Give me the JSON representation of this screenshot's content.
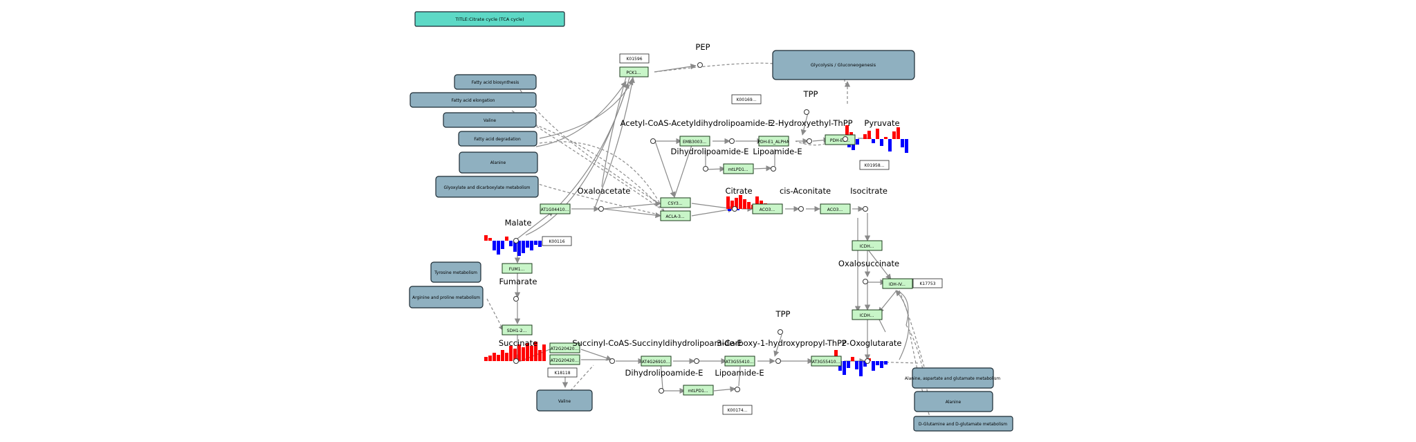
{
  "title": "TITLE:Citrate cycle (TCA cycle)",
  "colors": {
    "title_fill": "#5dd9c6",
    "pathway_fill": "#8fb0c0",
    "gene_fill": "#c8f5c8",
    "up": "#ff0000",
    "down": "#0000ff",
    "edge": "#8a8a8a"
  },
  "metabolites": {
    "pep": "PEP",
    "tpp_top": "TPP",
    "acetyl_coa_combo": "Acetyl-CoAS-Acetyldihydrolipoamide-E",
    "hydroxyethyl_thpp": "2-Hydroxyethyl-ThPP",
    "pyruvate": "Pyruvate",
    "dihydrolipoamide_top": "Dihydrolipoamide-E",
    "lipoamide_top": "Lipoamide-E",
    "oxaloacetate": "Oxaloacetate",
    "citrate": "Citrate",
    "cis_aconitate": "cis-Aconitate",
    "isocitrate": "Isocitrate",
    "malate": "Malate",
    "fumarate": "Fumarate",
    "oxalosuccinate": "Oxalosuccinate",
    "tpp_bottom": "TPP",
    "succinate": "Succinate",
    "succinyl_combo": "Succinyl-CoAS-Succinyldihydrolipoamide-E",
    "carboxy_tpp": "3-Carboxy-1-hydroxypropyl-ThPP",
    "oxoglutarate": "2-Oxoglutarate",
    "dihydrolipoamide_bottom": "Dihydrolipoamide-E",
    "lipoamide_bottom": "Lipoamide-E"
  },
  "pathways": {
    "glycolysis": "Glycolysis / Gluconeogenesis",
    "fatty_acid_biosynthesis": "Fatty acid biosynthesis",
    "fatty_acid_elongation": "Fatty acid elongation",
    "valine_top": "Valine",
    "fatty_acid_degradation": "Fatty acid degradation",
    "alanine_top": "Alanine",
    "glyoxylate": "Glyoxylate and dicarboxylate metabolism",
    "tyrosine": "Tyrosine metabolism",
    "arginine_proline": "Arginine and proline metabolism",
    "valine_bottom": "Valine",
    "aspartate": "Alanine, aspartate and glutamate metabolism",
    "alanine_bottom": "Alanine",
    "glutamine": "D-Glutamine and D-glutamate metabolism"
  },
  "aspartate_visible": "Alanine, aspartate and glutamate metabolism",
  "genes": {
    "pck": "PCK1...",
    "emb": "EMB3003...",
    "pdh_e1_alpha": "PDH-E1_ALPHA",
    "pdh_e1": "PDH-E1...",
    "mtlpd_top": "mtLPD1...",
    "at1g": "AT1G04410...",
    "csy": "CSY3...",
    "acla": "ACLA-3...",
    "aco_a": "ACO3...",
    "aco_b": "ACO3...",
    "icdh_a": "ICDH...",
    "idh": "IDH-IV...",
    "icdh_b": "ICDH...",
    "fum": "FUM1...",
    "sdh": "SDH1-2...",
    "at2g_a": "AT2G20420...",
    "at2g_b": "AT2G20420...",
    "at4g": "AT4G26910...",
    "at3g_a": "AT3G55410...",
    "at3g_b": "AT3G55410...",
    "mtlpd_bottom": "mtLPD1..."
  },
  "orthologs": {
    "k01596": "K01596",
    "k00169": "K00169...",
    "k01958": "K01958...",
    "k00116": "K00116",
    "k17753": "K17753",
    "k18118": "K18118",
    "k00174": "K00174..."
  }
}
